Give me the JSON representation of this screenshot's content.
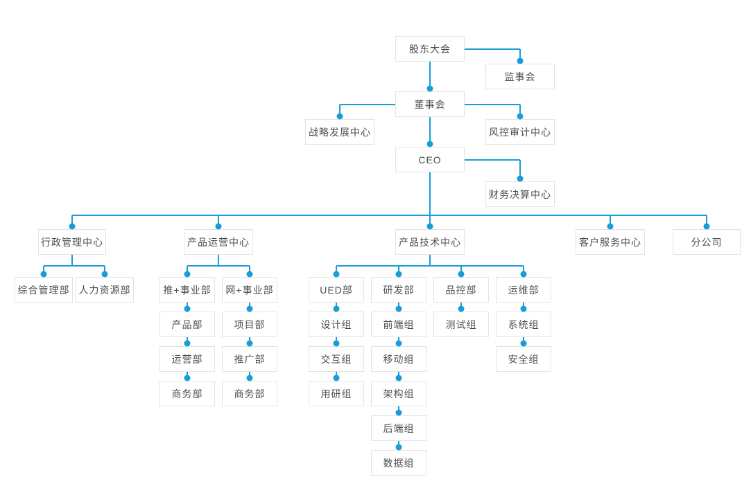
{
  "org": {
    "nodes": {
      "shareholders": "股东大会",
      "supervisory": "监事会",
      "board": "董事会",
      "strategy": "战略发展中心",
      "risk_audit": "风控审计中心",
      "ceo": "CEO",
      "finance": "财务决算中心",
      "admin_center": "行政管理中心",
      "product_ops_center": "产品运营中心",
      "product_tech_center": "产品技术中心",
      "customer_service_center": "客户服务中心",
      "branch_company": "分公司",
      "general_mgmt": "综合管理部",
      "hr": "人力资源部",
      "tui_division": "推+事业部",
      "wang_division": "网+事业部",
      "product_dept": "产品部",
      "project_dept": "项目部",
      "ops_dept": "运营部",
      "promotion_dept": "推广部",
      "biz_tui": "商务部",
      "biz_wang": "商务部",
      "ued": "UED部",
      "rnd": "研发部",
      "qc": "品控部",
      "om": "运维部",
      "design": "设计组",
      "frontend": "前端组",
      "testing": "测试组",
      "system": "系统组",
      "interaction": "交互组",
      "mobile": "移动组",
      "security": "安全组",
      "user_research": "用研组",
      "architecture": "架构组",
      "backend": "后端组",
      "data": "数据组"
    },
    "edges": [
      [
        "shareholders",
        "supervisory"
      ],
      [
        "shareholders",
        "board"
      ],
      [
        "board",
        "strategy"
      ],
      [
        "board",
        "risk_audit"
      ],
      [
        "board",
        "ceo"
      ],
      [
        "ceo",
        "finance"
      ],
      [
        "ceo",
        "admin_center"
      ],
      [
        "ceo",
        "product_ops_center"
      ],
      [
        "ceo",
        "product_tech_center"
      ],
      [
        "ceo",
        "customer_service_center"
      ],
      [
        "ceo",
        "branch_company"
      ],
      [
        "admin_center",
        "general_mgmt"
      ],
      [
        "admin_center",
        "hr"
      ],
      [
        "product_ops_center",
        "tui_division"
      ],
      [
        "product_ops_center",
        "wang_division"
      ],
      [
        "tui_division",
        "product_dept"
      ],
      [
        "product_dept",
        "ops_dept"
      ],
      [
        "ops_dept",
        "biz_tui"
      ],
      [
        "wang_division",
        "project_dept"
      ],
      [
        "project_dept",
        "promotion_dept"
      ],
      [
        "promotion_dept",
        "biz_wang"
      ],
      [
        "product_tech_center",
        "ued"
      ],
      [
        "ued",
        "design"
      ],
      [
        "design",
        "interaction"
      ],
      [
        "interaction",
        "user_research"
      ],
      [
        "product_tech_center",
        "rnd"
      ],
      [
        "rnd",
        "frontend"
      ],
      [
        "frontend",
        "mobile"
      ],
      [
        "mobile",
        "architecture"
      ],
      [
        "architecture",
        "backend"
      ],
      [
        "backend",
        "data"
      ],
      [
        "product_tech_center",
        "qc"
      ],
      [
        "qc",
        "testing"
      ],
      [
        "product_tech_center",
        "om"
      ],
      [
        "om",
        "system"
      ],
      [
        "system",
        "security"
      ]
    ]
  },
  "colors": {
    "connector_blue": "#189dd8",
    "box_border": "#e3e3e3",
    "box_text": "#4d4d4d",
    "background": "#ffffff"
  }
}
